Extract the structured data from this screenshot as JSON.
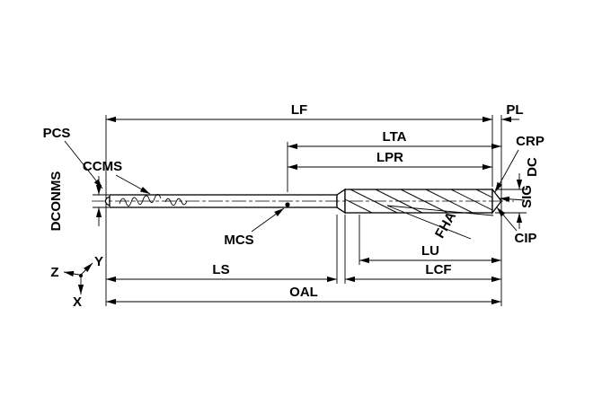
{
  "diagram": {
    "type": "technical-dimension-drawing",
    "subject": "drill-tool-dimensions",
    "colors": {
      "line": "#000000",
      "background": "#ffffff"
    },
    "labels": {
      "lf": "LF",
      "pl": "PL",
      "lta": "LTA",
      "crp": "CRP",
      "lpr": "LPR",
      "pcs": "PCS",
      "ccms": "CCMS",
      "dconms": "DCONMS",
      "dc": "DC",
      "sig": "SIG",
      "cip": "CIP",
      "mcs": "MCS",
      "fha": "FHA",
      "lu": "LU",
      "lcf": "LCF",
      "ls": "LS",
      "oal": "OAL"
    },
    "axes_triad": {
      "x": "X",
      "y": "Y",
      "z": "Z"
    }
  }
}
